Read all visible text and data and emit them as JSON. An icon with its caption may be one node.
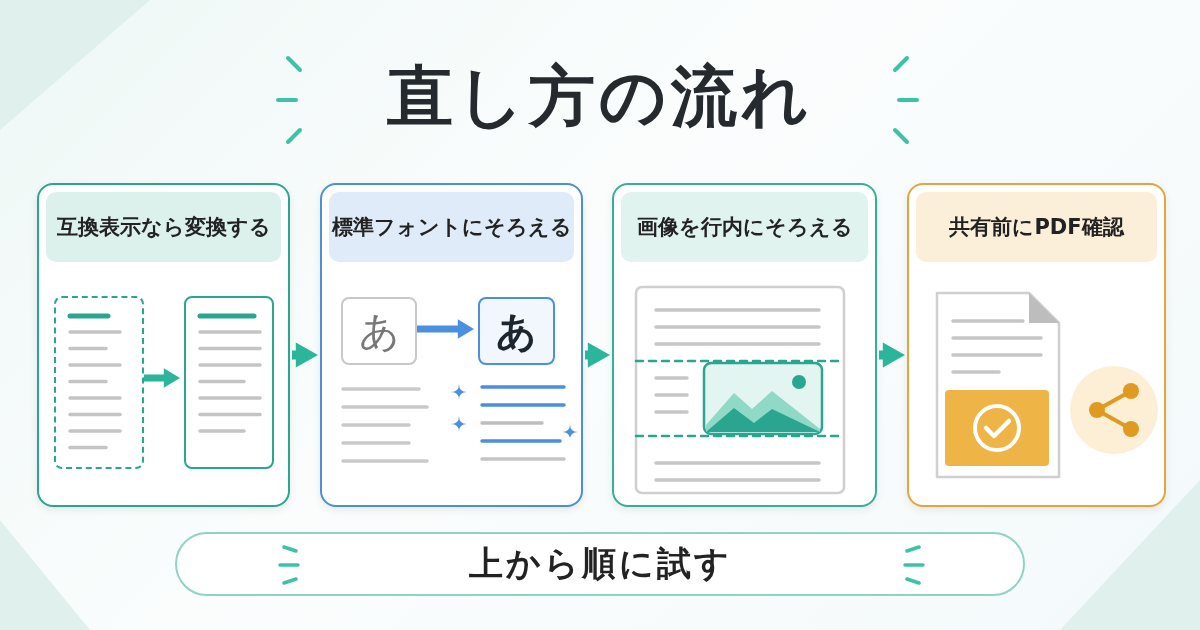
{
  "diagram": {
    "title": "直し方の流れ",
    "nodes": [
      {
        "text": [
          "互換表示なら変換する"
        ]
      },
      {
        "text": [
          "標準フォントにそろえる"
        ]
      },
      {
        "text": [
          "画像を行内にそろえる"
        ]
      },
      {
        "text": [
          "共有前にPDF確認"
        ]
      },
      {
        "text": [
          "上から順に試す"
        ]
      },
      {
        "text": [],
        "shape": "box",
        "in": 0
      },
      {
        "text": [],
        "shape": "box",
        "in": 0
      },
      {
        "text": [
          "あ"
        ],
        "in": 1
      },
      {
        "text": [
          "あ"
        ],
        "in": 1
      }
    ],
    "edges": [
      {
        "from": 0,
        "to": 1,
        "arrow": "to"
      },
      {
        "from": 1,
        "to": 2,
        "arrow": "to"
      },
      {
        "from": 2,
        "to": 3,
        "arrow": "to"
      },
      {
        "from": 5,
        "to": 6,
        "arrow": "to"
      },
      {
        "from": 7,
        "to": 8,
        "arrow": "to",
        "color": "#4a8fe0"
      }
    ]
  }
}
